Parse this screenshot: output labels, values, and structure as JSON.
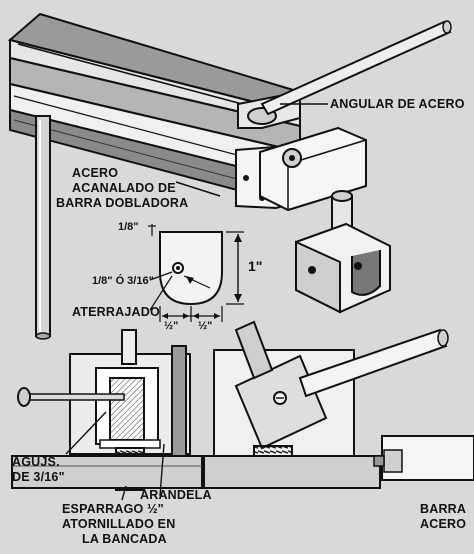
{
  "labels": {
    "angular_acero": "ANGULAR DE ACERO",
    "acero_acanalado_1": "ACERO",
    "acero_acanalado_2": "ACANALADO DE",
    "acero_acanalado_3": "BARRA DOBLADORA",
    "aterrajado": "ATERRAJADO",
    "agujs_1": "AGUJS.",
    "agujs_2": "DE 3/16\"",
    "arandela": "ARANDELA",
    "esparrago_1": "ESPARRAGO ½\"",
    "esparrago_2": "ATORNILLADO EN",
    "esparrago_3": "LA BANCADA",
    "barra_1": "BARRA",
    "barra_2": "ACERO"
  },
  "dimensions": {
    "top": "1/8\"",
    "hole": "1/8\" Ó 3/16\"",
    "height": "1\"",
    "half_left": "½\"",
    "half_right": "½\""
  },
  "colors": {
    "background": "#d9d9d9",
    "ink": "#111111",
    "metal_light": "#f2f2f2",
    "metal_shade": "#9a9a9a"
  }
}
